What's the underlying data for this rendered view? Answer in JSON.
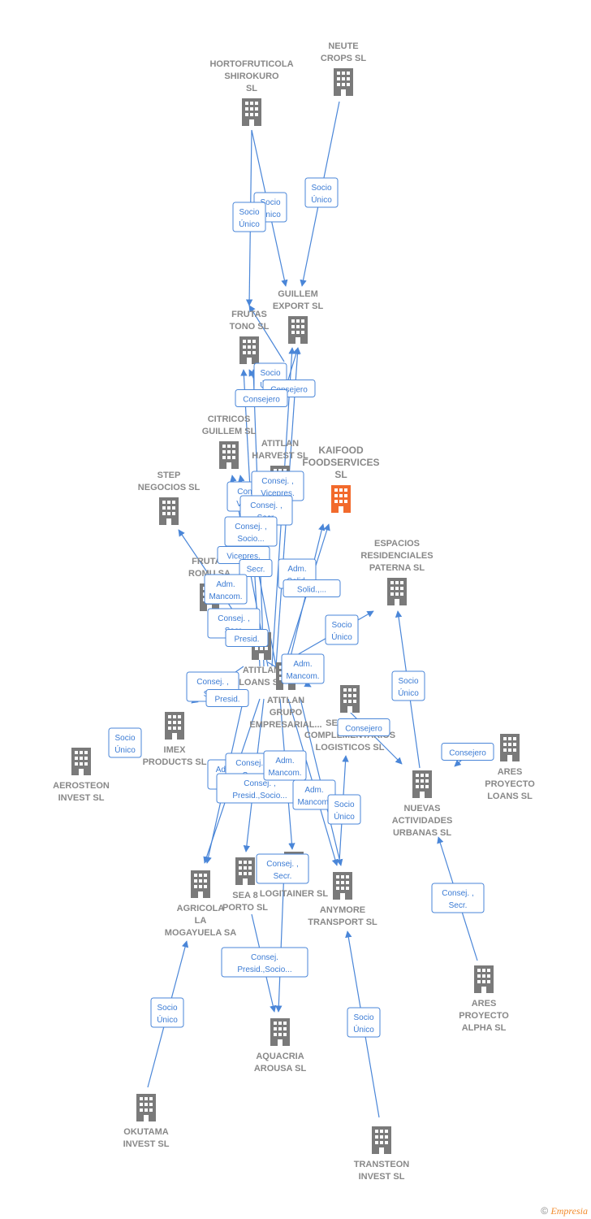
{
  "colors": {
    "edge": "#4a86d8",
    "node": "#7a7a7a",
    "focus": "#f26a2c",
    "label": "#888888"
  },
  "footer": {
    "copyright": "©",
    "brand": "Empresia"
  },
  "nodes": [
    {
      "id": "hortofruticola",
      "lines": [
        "HORTOFRUTICOLA",
        "SHIROKURO",
        "SL"
      ],
      "focus": false
    },
    {
      "id": "neute",
      "lines": [
        "NEUTE",
        "CROPS  SL"
      ],
      "focus": false
    },
    {
      "id": "guillem",
      "lines": [
        "GUILLEM",
        "EXPORT SL"
      ],
      "focus": false
    },
    {
      "id": "frutastono",
      "lines": [
        "FRUTAS",
        "TONO SL"
      ],
      "focus": false
    },
    {
      "id": "citricos",
      "lines": [
        "CITRICOS",
        "GUILLEM  SL"
      ],
      "focus": false
    },
    {
      "id": "atitlanharvest",
      "lines": [
        "ATITLAN",
        "HARVEST SL"
      ],
      "focus": false
    },
    {
      "id": "kaifood",
      "lines": [
        "KAIFOOD",
        "FOODSERVICES",
        "SL"
      ],
      "focus": true
    },
    {
      "id": "step",
      "lines": [
        "STEP",
        "NEGOCIOS SL"
      ],
      "focus": false
    },
    {
      "id": "frutasromu",
      "lines": [
        "FRUTAS",
        "ROMU SA"
      ],
      "focus": false
    },
    {
      "id": "espacios",
      "lines": [
        "ESPACIOS",
        "RESIDENCIALES",
        "PATERNA  SL"
      ],
      "focus": false
    },
    {
      "id": "atitlanloans",
      "lines": [
        "ATITLAN",
        "LOANS  SL"
      ],
      "focus": false
    },
    {
      "id": "atitlangrupo",
      "lines": [
        "ATITLAN",
        "GRUPO",
        "EMPRESARIAL..."
      ],
      "focus": false
    },
    {
      "id": "servicios",
      "lines": [
        "SERVICIOS",
        "COMPLEMENTARIOS",
        "LOGISTICOS SL"
      ],
      "focus": false
    },
    {
      "id": "imex",
      "lines": [
        "IMEX",
        "PRODUCTS SL"
      ],
      "focus": false
    },
    {
      "id": "aerosteon",
      "lines": [
        "AEROSTEON",
        "INVEST  SL"
      ],
      "focus": false
    },
    {
      "id": "aresloans",
      "lines": [
        "ARES",
        "PROYECTO",
        "LOANS  SL"
      ],
      "focus": false
    },
    {
      "id": "nuevas",
      "lines": [
        "NUEVAS",
        "ACTIVIDADES",
        "URBANAS SL"
      ],
      "focus": false
    },
    {
      "id": "agricola",
      "lines": [
        "AGRICOLA",
        "LA",
        "MOGAYUELA SA"
      ],
      "focus": false
    },
    {
      "id": "sea8",
      "lines": [
        "SEA 8",
        "PORTO SL"
      ],
      "focus": false
    },
    {
      "id": "logitainer",
      "lines": [
        "LOGITAINER SL"
      ],
      "focus": false
    },
    {
      "id": "anymore",
      "lines": [
        "ANYMORE",
        "TRANSPORT SL"
      ],
      "focus": false
    },
    {
      "id": "aresalpha",
      "lines": [
        "ARES",
        "PROYECTO",
        "ALPHA  SL"
      ],
      "focus": false
    },
    {
      "id": "aquacria",
      "lines": [
        "AQUACRIA",
        "AROUSA SL"
      ],
      "focus": false
    },
    {
      "id": "okutama",
      "lines": [
        "OKUTAMA",
        "INVEST  SL"
      ],
      "focus": false
    },
    {
      "id": "transteon",
      "lines": [
        "TRANSTEON",
        "INVEST  SL"
      ],
      "focus": false
    }
  ],
  "edge_labels": [
    {
      "id": "el1",
      "lines": [
        "Socio",
        "Único"
      ]
    },
    {
      "id": "el2",
      "lines": [
        "Socio",
        "Único"
      ]
    },
    {
      "id": "el3",
      "lines": [
        "Socio",
        "Único"
      ]
    },
    {
      "id": "el4",
      "lines": [
        "Socio",
        "Único"
      ]
    },
    {
      "id": "el5",
      "lines": [
        "Consejero"
      ]
    },
    {
      "id": "el6",
      "lines": [
        "Consejero"
      ]
    },
    {
      "id": "el7",
      "lines": [
        "Consej. ,",
        "Vicepres."
      ]
    },
    {
      "id": "el8",
      "lines": [
        "Consej. ,",
        "Vicepres."
      ]
    },
    {
      "id": "el9",
      "lines": [
        "Consej. ,",
        "Secr."
      ]
    },
    {
      "id": "el10",
      "lines": [
        "Consej. ,",
        "Socio..."
      ]
    },
    {
      "id": "el11",
      "lines": [
        "Vicepres."
      ]
    },
    {
      "id": "el12",
      "lines": [
        "Secr."
      ]
    },
    {
      "id": "el13",
      "lines": [
        "Adm.",
        "Mancom."
      ]
    },
    {
      "id": "el14",
      "lines": [
        "Adm.",
        "Solid."
      ]
    },
    {
      "id": "el15",
      "lines": [
        "Solid.,..."
      ]
    },
    {
      "id": "el16",
      "lines": [
        "Consej. ,",
        "Secr."
      ]
    },
    {
      "id": "el17",
      "lines": [
        "Presid."
      ]
    },
    {
      "id": "el18",
      "lines": [
        "Socio",
        "Único"
      ]
    },
    {
      "id": "el19",
      "lines": [
        "Adm.",
        "Mancom."
      ]
    },
    {
      "id": "el20",
      "lines": [
        "Consej. ,",
        "Secr."
      ]
    },
    {
      "id": "el21",
      "lines": [
        "Presid."
      ]
    },
    {
      "id": "el22",
      "lines": [
        "Socio",
        "Único"
      ]
    },
    {
      "id": "el23",
      "lines": [
        "Socio",
        "Único"
      ]
    },
    {
      "id": "el24",
      "lines": [
        "Consejero"
      ]
    },
    {
      "id": "el25",
      "lines": [
        "Consejero"
      ]
    },
    {
      "id": "el26",
      "lines": [
        "Adm",
        "So"
      ]
    },
    {
      "id": "el27",
      "lines": [
        "Consej. ,",
        "Secr."
      ]
    },
    {
      "id": "el28",
      "lines": [
        "Consej. ,",
        "Presid.,Socio..."
      ]
    },
    {
      "id": "el29",
      "lines": [
        "Adm.",
        "Mancom."
      ]
    },
    {
      "id": "el30",
      "lines": [
        "Adm.",
        "Mancom."
      ]
    },
    {
      "id": "el31",
      "lines": [
        "Socio",
        "Único"
      ]
    },
    {
      "id": "el32",
      "lines": [
        "Consej. ,",
        "Secr."
      ]
    },
    {
      "id": "el33",
      "lines": [
        "Consej. ,",
        "Secr."
      ]
    },
    {
      "id": "el34",
      "lines": [
        "Consej.",
        "Presid.,Socio..."
      ]
    },
    {
      "id": "el35",
      "lines": [
        "Socio",
        "Único"
      ]
    },
    {
      "id": "el36",
      "lines": [
        "Socio",
        "Único"
      ]
    }
  ]
}
